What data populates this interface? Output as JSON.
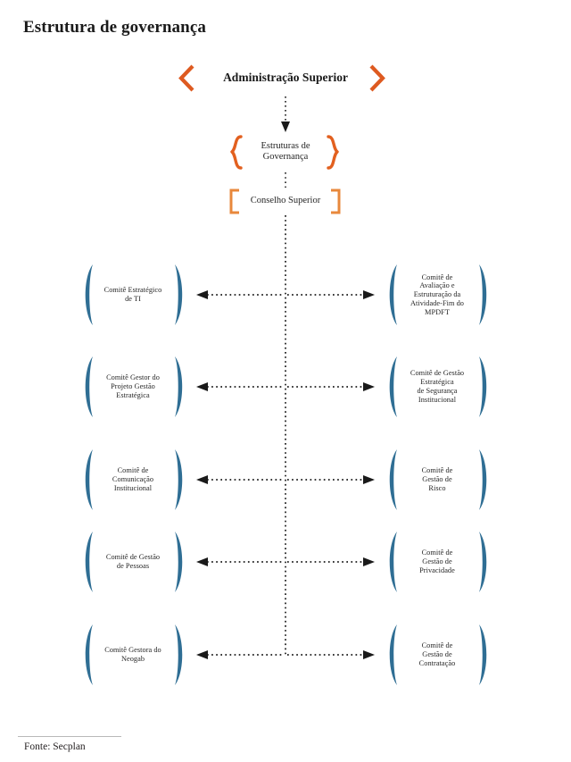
{
  "title": "Estrutura de governança",
  "footer": {
    "source": "Fonte: Secplan"
  },
  "colors": {
    "chevron_orange": "#DE5A20",
    "brace_orange": "#E2601F",
    "bracket_orange": "#E8883C",
    "paren_blue": "#2F6E94",
    "line_black": "#1a1a1a",
    "text": "#262626",
    "background": "#ffffff"
  },
  "diagram": {
    "type": "org-chart",
    "top_node": {
      "label": "Administração Superior",
      "decoration": "chevron-brackets"
    },
    "governance_node": {
      "label": "Estruturas de\nGovernança",
      "decoration": "curly-braces"
    },
    "council_node": {
      "label": "Conselho Superior",
      "decoration": "square-brackets"
    },
    "committees_left": [
      {
        "label": "Comitê Estratégico\nde TI"
      },
      {
        "label": "Comitê Gestor do\nProjeto Gestão\nEstratégica"
      },
      {
        "label": "Comitê de\nComunicação\nInstitucional"
      },
      {
        "label": "Comitê de Gestão\nde Pessoas"
      },
      {
        "label": "Comitê Gestora do\nNeogab"
      }
    ],
    "committees_right": [
      {
        "label": "Comitê de\nAvaliação e\nEstruturação da\nAtividade-Fim do\nMPDFT"
      },
      {
        "label": "Comitê de Gestão\nEstratégica\nde Segurança\nInstitucional"
      },
      {
        "label": "Comitê de\nGestão de\nRisco"
      },
      {
        "label": "Comitê de\nGestão de\nPrivacidade"
      },
      {
        "label": "Comitê de\nGestão de\nContratação"
      }
    ]
  }
}
